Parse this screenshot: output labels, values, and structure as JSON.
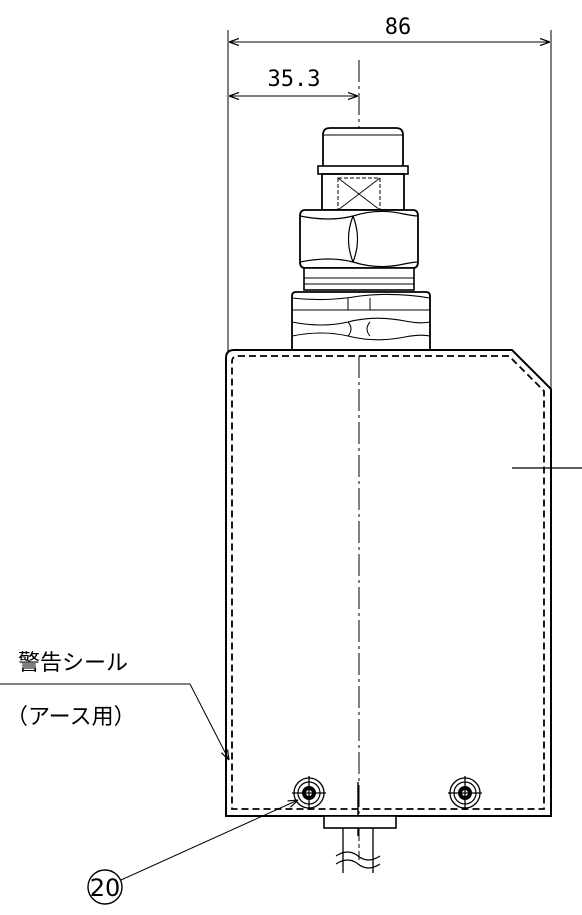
{
  "dimensions": {
    "overall_width": "86",
    "center_offset": "35.3"
  },
  "callouts": {
    "label_line1": "警告シール",
    "label_line2": "（アース用）",
    "balloon_number": "20"
  }
}
